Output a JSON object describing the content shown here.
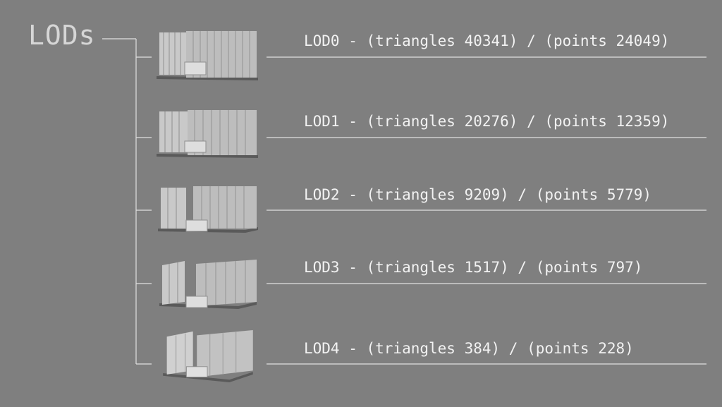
{
  "title": "LODs",
  "lods": [
    {
      "label": "LOD0 - (triangles 40341) / (points 24049)",
      "triangles": 40341,
      "points": 24049
    },
    {
      "label": "LOD1 - (triangles 20276) / (points 12359)",
      "triangles": 20276,
      "points": 12359
    },
    {
      "label": "LOD2 - (triangles 9209) / (points 5779)",
      "triangles": 9209,
      "points": 5779
    },
    {
      "label": "LOD3 - (triangles 1517) / (points 797)",
      "triangles": 1517,
      "points": 797
    },
    {
      "label": "LOD4 - (triangles 384) / (points 228)",
      "triangles": 384,
      "points": 228
    }
  ],
  "colors": {
    "background": "#7f7f7f",
    "text": "#f2f2f2",
    "title": "#d6d6d6",
    "lines": "#e0e0e0"
  }
}
